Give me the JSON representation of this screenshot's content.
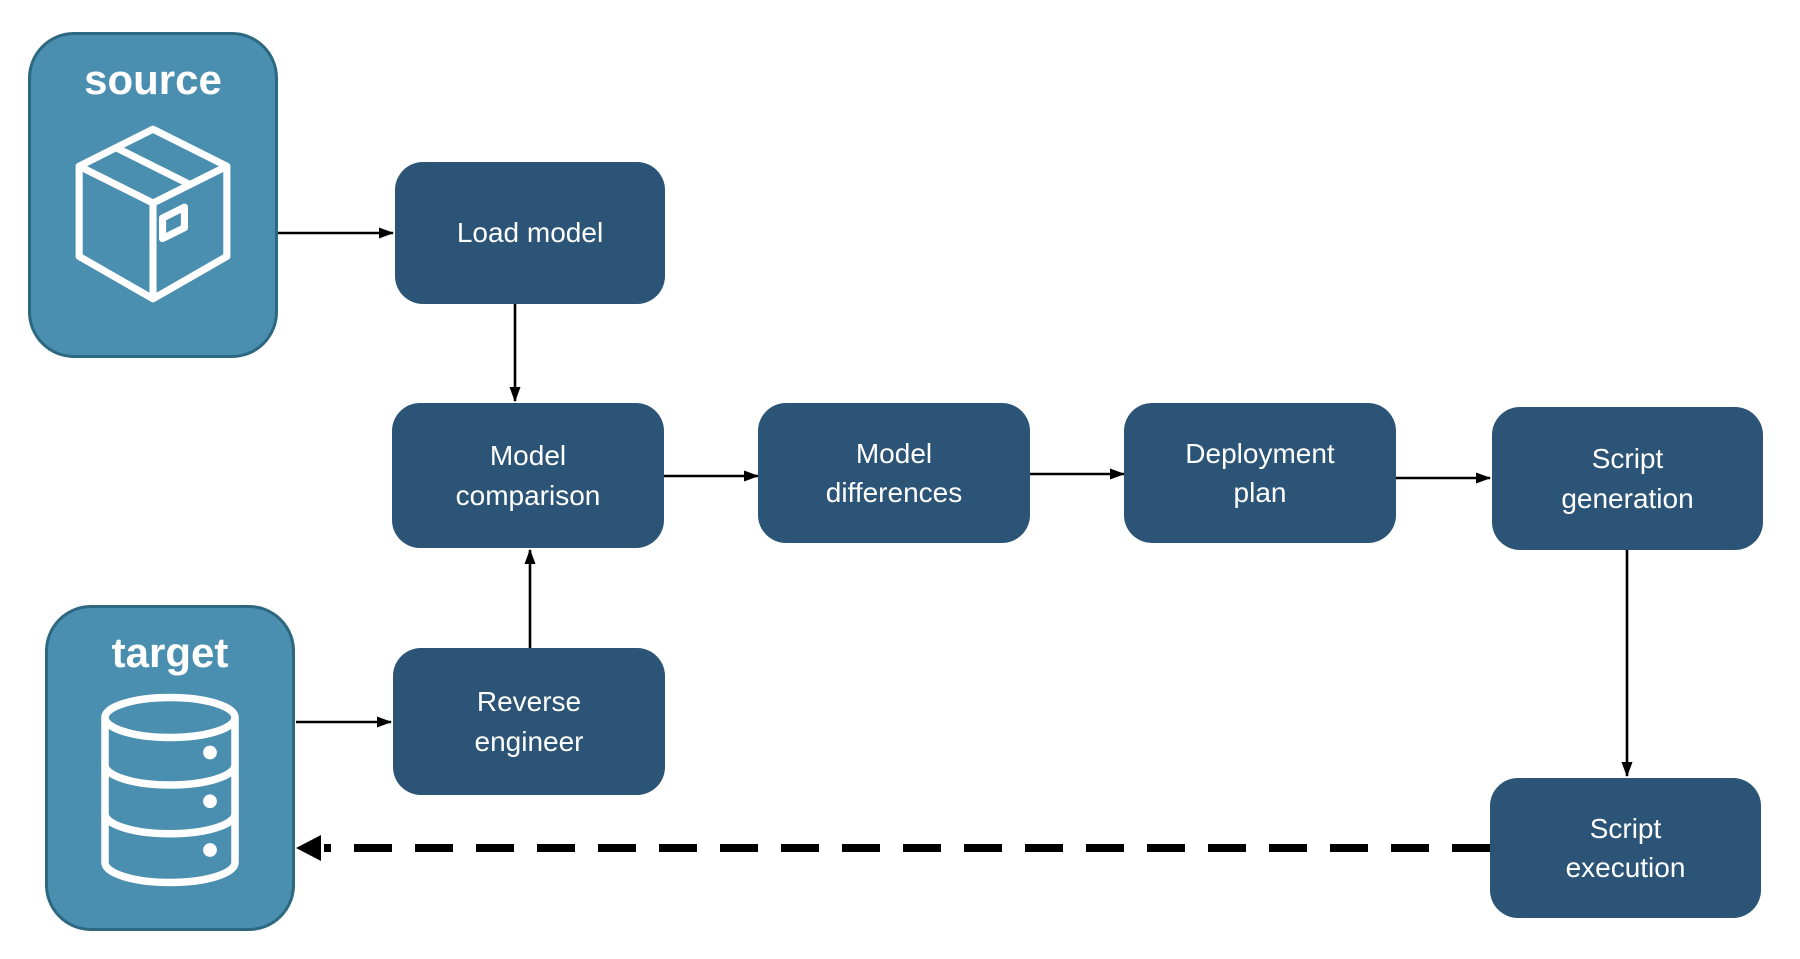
{
  "diagram_title": "",
  "colors": {
    "endpoint_fill": "#4a8eb0",
    "endpoint_border": "#2c6880",
    "process_fill": "#2b5476",
    "text": "#ffffff",
    "arrow": "#000000"
  },
  "nodes": {
    "source": {
      "label": "source",
      "icon": "package-icon",
      "type": "endpoint"
    },
    "target": {
      "label": "target",
      "icon": "database-icon",
      "type": "endpoint"
    },
    "load_model": {
      "label": "Load model",
      "type": "process"
    },
    "model_comparison": {
      "label": "Model comparison",
      "type": "process"
    },
    "model_differences": {
      "label": "Model differences",
      "type": "process"
    },
    "deployment_plan": {
      "label": "Deployment plan",
      "type": "process"
    },
    "script_generation": {
      "label": "Script generation",
      "type": "process"
    },
    "script_execution": {
      "label": "Script execution",
      "type": "process"
    },
    "reverse_engineer": {
      "label": "Reverse engineer",
      "type": "process"
    }
  },
  "edges": [
    {
      "from": "source",
      "to": "load_model",
      "style": "solid"
    },
    {
      "from": "load_model",
      "to": "model_comparison",
      "style": "solid"
    },
    {
      "from": "target",
      "to": "reverse_engineer",
      "style": "solid"
    },
    {
      "from": "reverse_engineer",
      "to": "model_comparison",
      "style": "solid"
    },
    {
      "from": "model_comparison",
      "to": "model_differences",
      "style": "solid"
    },
    {
      "from": "model_differences",
      "to": "deployment_plan",
      "style": "solid"
    },
    {
      "from": "deployment_plan",
      "to": "script_generation",
      "style": "solid"
    },
    {
      "from": "script_generation",
      "to": "script_execution",
      "style": "solid"
    },
    {
      "from": "script_execution",
      "to": "target",
      "style": "dashed"
    }
  ]
}
